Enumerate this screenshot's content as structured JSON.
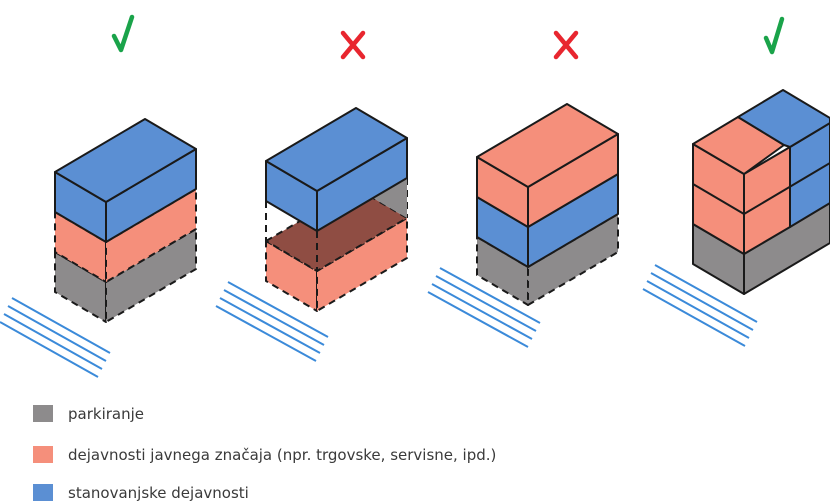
{
  "colors": {
    "parking": "#8d8b8c",
    "public": "#f58f7b",
    "residential": "#5b8fd3",
    "overlap": "#8f4d43",
    "outline": "#1a1a1a",
    "good": "#1aa34a",
    "bad": "#e8262f",
    "road": "#3b8ad9"
  },
  "scenarios": [
    {
      "mark": "check",
      "mark_icon": "check-icon"
    },
    {
      "mark": "cross",
      "mark_icon": "cross-icon"
    },
    {
      "mark": "cross",
      "mark_icon": "cross-icon"
    },
    {
      "mark": "check",
      "mark_icon": "check-icon"
    }
  ],
  "legend": {
    "items": [
      {
        "key": "parking",
        "label": "parkiranje"
      },
      {
        "key": "public",
        "label": "dejavnosti javnega značaja (npr. trgovske, servisne, ipd.)"
      },
      {
        "key": "residential",
        "label": "stanovanjske dejavnosti"
      }
    ]
  }
}
